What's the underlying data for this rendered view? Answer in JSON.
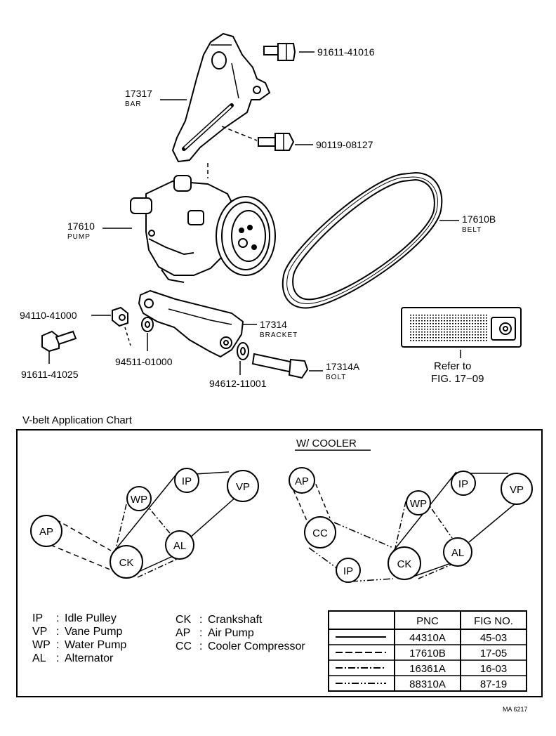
{
  "parts": [
    {
      "id": "p91611_41016",
      "number": "91611-41016",
      "name": ""
    },
    {
      "id": "p17317",
      "number": "17317",
      "name": "BAR"
    },
    {
      "id": "p90119_08127",
      "number": "90119-08127",
      "name": ""
    },
    {
      "id": "p17610",
      "number": "17610",
      "name": "PUMP"
    },
    {
      "id": "p17610B",
      "number": "17610B",
      "name": "BELT"
    },
    {
      "id": "p94110_41000",
      "number": "94110-41000",
      "name": ""
    },
    {
      "id": "p17314",
      "number": "17314",
      "name": "BRACKET"
    },
    {
      "id": "p91611_41025",
      "number": "91611-41025",
      "name": ""
    },
    {
      "id": "p94511_01000",
      "number": "94511-01000",
      "name": ""
    },
    {
      "id": "p17314A",
      "number": "17314A",
      "name": "BOLT"
    },
    {
      "id": "p94612_11001",
      "number": "94612-11001",
      "name": ""
    }
  ],
  "refer": {
    "line1": "Refer to",
    "line2": "FIG. 17−09"
  },
  "chart": {
    "title": "V-belt Application Chart",
    "cooler_heading": "W/ COOLER",
    "left_nodes": [
      {
        "label": "AP"
      },
      {
        "label": "WP"
      },
      {
        "label": "IP"
      },
      {
        "label": "VP"
      },
      {
        "label": "CK"
      },
      {
        "label": "AL"
      }
    ],
    "right_nodes": [
      {
        "label": "AP"
      },
      {
        "label": "CC"
      },
      {
        "label": "IP"
      },
      {
        "label": "WP"
      },
      {
        "label": "IP"
      },
      {
        "label": "VP"
      },
      {
        "label": "CK"
      },
      {
        "label": "AL"
      }
    ]
  },
  "legend": [
    {
      "abbr": "IP",
      "desc": "Idle Pulley"
    },
    {
      "abbr": "VP",
      "desc": "Vane Pump"
    },
    {
      "abbr": "WP",
      "desc": "Water Pump"
    },
    {
      "abbr": "AL",
      "desc": "Alternator"
    },
    {
      "abbr": "CK",
      "desc": "Crankshaft"
    },
    {
      "abbr": "AP",
      "desc": "Air Pump"
    },
    {
      "abbr": "CC",
      "desc": "Cooler Compressor"
    }
  ],
  "table": {
    "headers": [
      "",
      "PNC",
      "FIG NO."
    ],
    "rows": [
      {
        "line": "solid",
        "pnc": "44310A",
        "fig": "45-03"
      },
      {
        "line": "long-dash",
        "pnc": "17610B",
        "fig": "17-05"
      },
      {
        "line": "dash-dot",
        "pnc": "16361A",
        "fig": "16-03"
      },
      {
        "line": "dash-dot-dot",
        "pnc": "88310A",
        "fig": "87-19"
      }
    ]
  },
  "footer_code": "MA  6217"
}
